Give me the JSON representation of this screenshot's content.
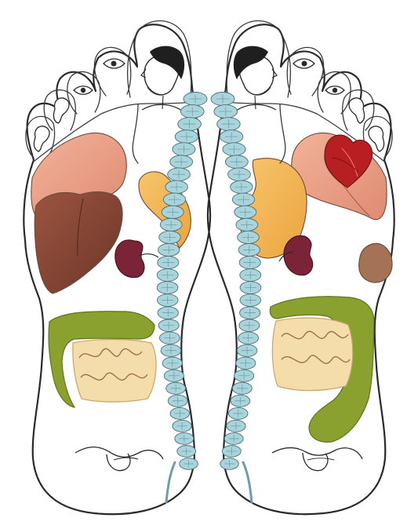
{
  "figure": {
    "feet": [
      "left-foot",
      "right-foot"
    ]
  },
  "colors": {
    "background": "#ffffff",
    "outline": "#2a2a2a",
    "spine": "#a9d4dc",
    "spine_shadow": "#6f9ea8",
    "lung": "#e69a7f",
    "liver": "#8b4a38",
    "stomach": "#f3b45a",
    "kidney": "#7b2438",
    "heart": "#b81f22",
    "spleen": "#a47355",
    "colon": "#8aa12f",
    "small_intestine": "#f4ddaa",
    "pelvic_organs": "#ffffff"
  },
  "regions": {
    "left": [
      "head",
      "eye",
      "ear",
      "lung",
      "liver",
      "stomach",
      "kidney",
      "colon",
      "small-intestine",
      "spine",
      "reproductive-organs"
    ],
    "right": [
      "head",
      "eye",
      "ear",
      "lung",
      "heart",
      "stomach",
      "kidney",
      "spleen",
      "colon",
      "small-intestine",
      "spine",
      "reproductive-organs"
    ]
  },
  "icons": [
    "eye-icon",
    "ear-icon",
    "head-profile-icon",
    "heart-icon",
    "kidney-icon",
    "spine-icon"
  ]
}
